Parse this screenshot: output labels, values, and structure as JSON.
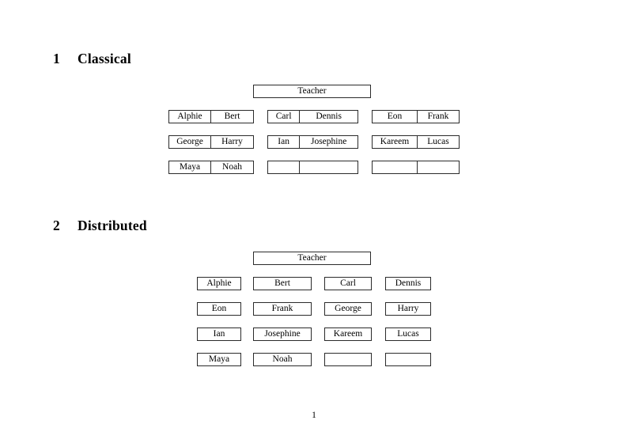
{
  "document": {
    "page_number": "1"
  },
  "sections": [
    {
      "number": "1",
      "title": "Classical",
      "teacher_label": "Teacher",
      "groups": [
        {
          "rows": [
            {
              "left": "Alphie",
              "right": "Bert"
            },
            {
              "left": "George",
              "right": "Harry"
            },
            {
              "left": "Maya",
              "right": "Noah"
            }
          ]
        },
        {
          "rows": [
            {
              "left": "Carl",
              "right": "Dennis"
            },
            {
              "left": "Ian",
              "right": "Josephine"
            },
            {
              "left": "",
              "right": ""
            }
          ]
        },
        {
          "rows": [
            {
              "left": "Eon",
              "right": "Frank"
            },
            {
              "left": "Kareem",
              "right": "Lucas"
            },
            {
              "left": "",
              "right": ""
            }
          ]
        }
      ]
    },
    {
      "number": "2",
      "title": "Distributed",
      "teacher_label": "Teacher",
      "columns": [
        {
          "cells": [
            "Alphie",
            "Eon",
            "Ian",
            "Maya"
          ]
        },
        {
          "cells": [
            "Bert",
            "Frank",
            "Josephine",
            "Noah"
          ]
        },
        {
          "cells": [
            "Carl",
            "George",
            "Kareem",
            ""
          ]
        },
        {
          "cells": [
            "Dennis",
            "Harry",
            "Lucas",
            ""
          ]
        }
      ]
    }
  ],
  "colors": {
    "page_background": "#ffffff",
    "text": "#000000",
    "border": "#2b2b2b"
  }
}
